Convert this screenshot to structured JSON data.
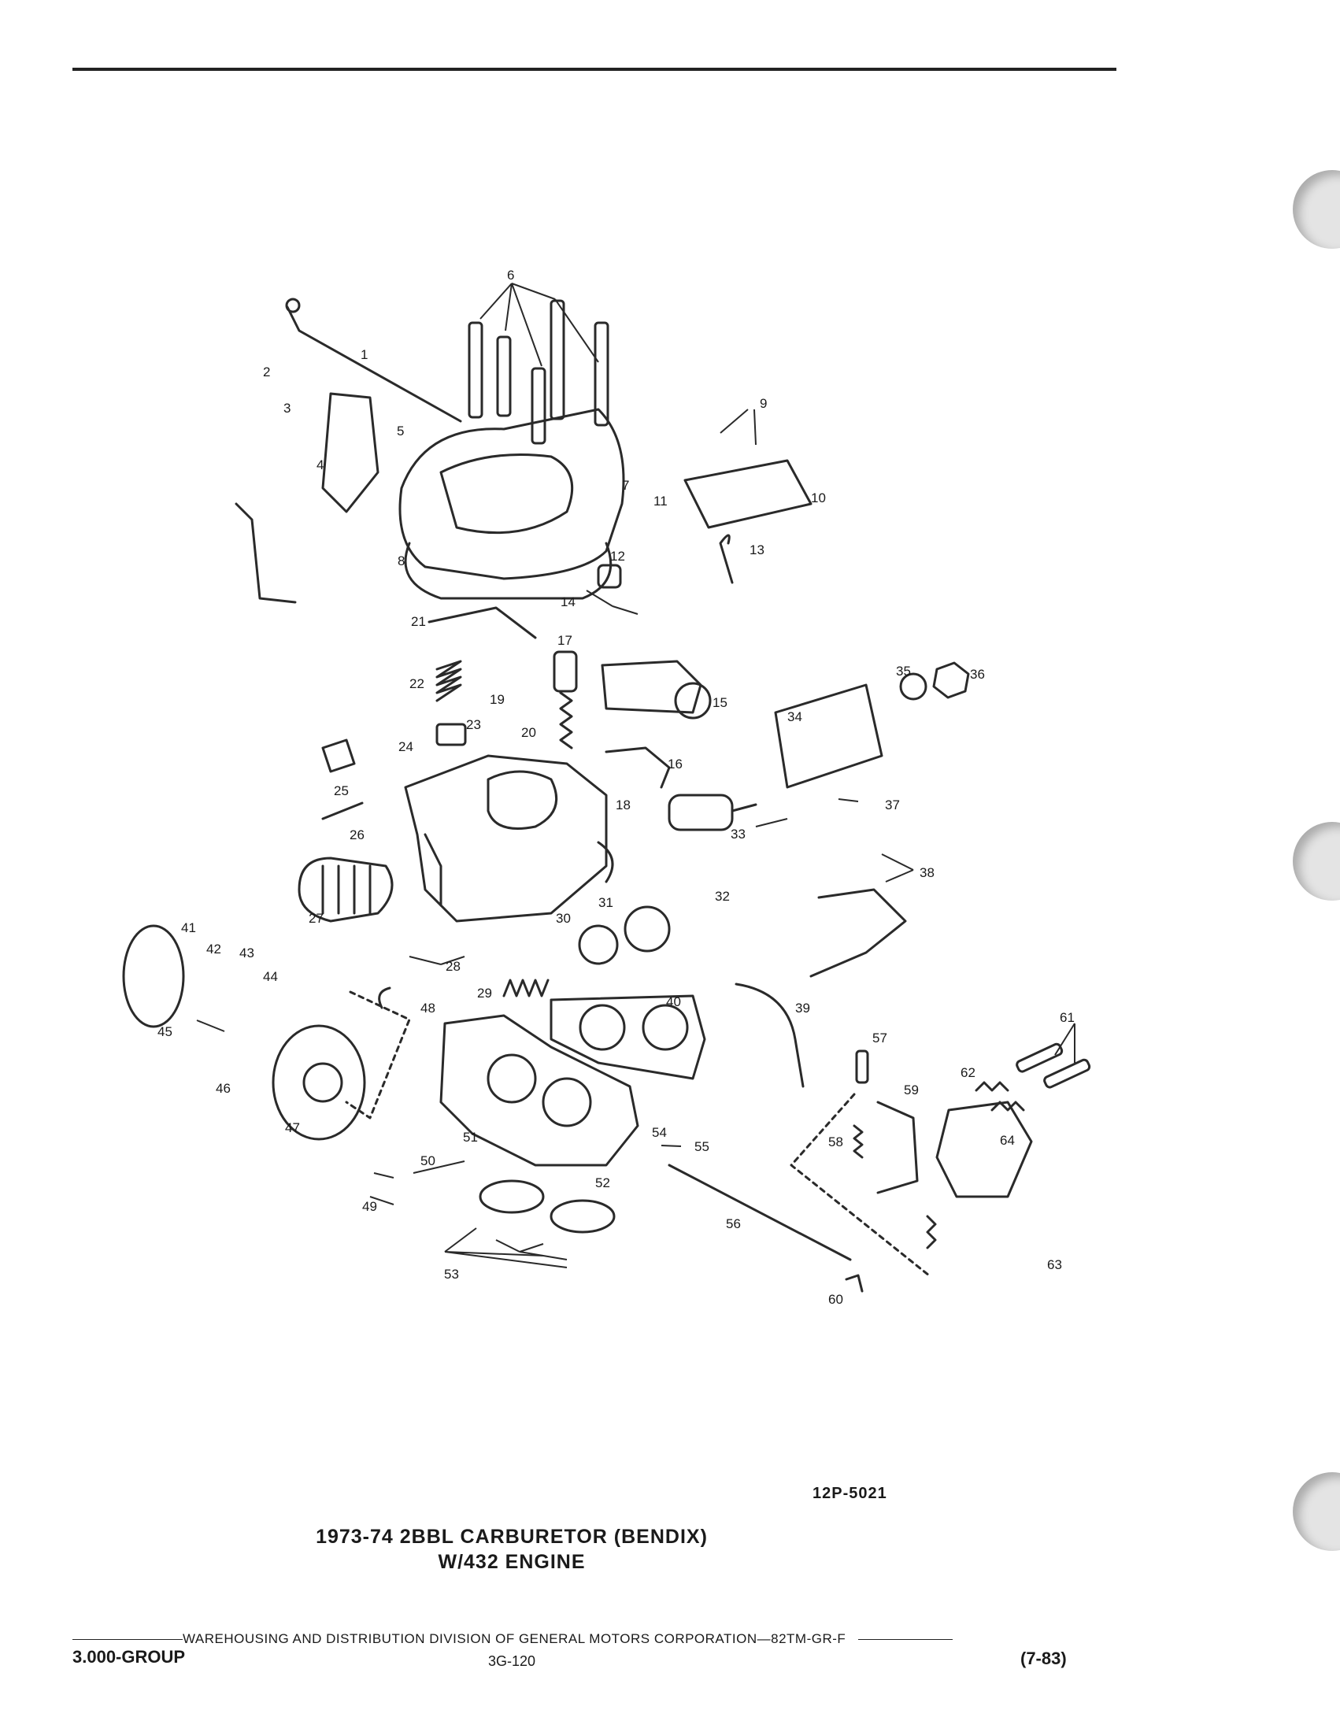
{
  "figure": {
    "ref": "12P-5021",
    "caption_line1": "1973-74 2BBL CARBURETOR (BENDIX)",
    "caption_line2": "W/432 ENGINE"
  },
  "callouts": [
    {
      "label": "1"
    },
    {
      "label": "2"
    },
    {
      "label": "3"
    },
    {
      "label": "4"
    },
    {
      "label": "5"
    },
    {
      "label": "6"
    },
    {
      "label": "7"
    },
    {
      "label": "8"
    },
    {
      "label": "9"
    },
    {
      "label": "10"
    },
    {
      "label": "11"
    },
    {
      "label": "12"
    },
    {
      "label": "13"
    },
    {
      "label": "14"
    },
    {
      "label": "15"
    },
    {
      "label": "16"
    },
    {
      "label": "17"
    },
    {
      "label": "18"
    },
    {
      "label": "19"
    },
    {
      "label": "20"
    },
    {
      "label": "21"
    },
    {
      "label": "22"
    },
    {
      "label": "23"
    },
    {
      "label": "24"
    },
    {
      "label": "25"
    },
    {
      "label": "26"
    },
    {
      "label": "27"
    },
    {
      "label": "28"
    },
    {
      "label": "29"
    },
    {
      "label": "30"
    },
    {
      "label": "31"
    },
    {
      "label": "32"
    },
    {
      "label": "33"
    },
    {
      "label": "34"
    },
    {
      "label": "35"
    },
    {
      "label": "36"
    },
    {
      "label": "37"
    },
    {
      "label": "38"
    },
    {
      "label": "39"
    },
    {
      "label": "40"
    },
    {
      "label": "41"
    },
    {
      "label": "42"
    },
    {
      "label": "43"
    },
    {
      "label": "44"
    },
    {
      "label": "45"
    },
    {
      "label": "46"
    },
    {
      "label": "47"
    },
    {
      "label": "48"
    },
    {
      "label": "49"
    },
    {
      "label": "50"
    },
    {
      "label": "51"
    },
    {
      "label": "52"
    },
    {
      "label": "53"
    },
    {
      "label": "54"
    },
    {
      "label": "55"
    },
    {
      "label": "56"
    },
    {
      "label": "57"
    },
    {
      "label": "58"
    },
    {
      "label": "59"
    },
    {
      "label": "60"
    },
    {
      "label": "61"
    },
    {
      "label": "62"
    },
    {
      "label": "63"
    },
    {
      "label": "64"
    }
  ],
  "footer": {
    "division": "WAREHOUSING AND DISTRIBUTION  DIVISION OF GENERAL MOTORS CORPORATION—82TM-GR-F",
    "group": "3.000-GROUP",
    "page": "3G-120",
    "date": "(7-83)"
  }
}
